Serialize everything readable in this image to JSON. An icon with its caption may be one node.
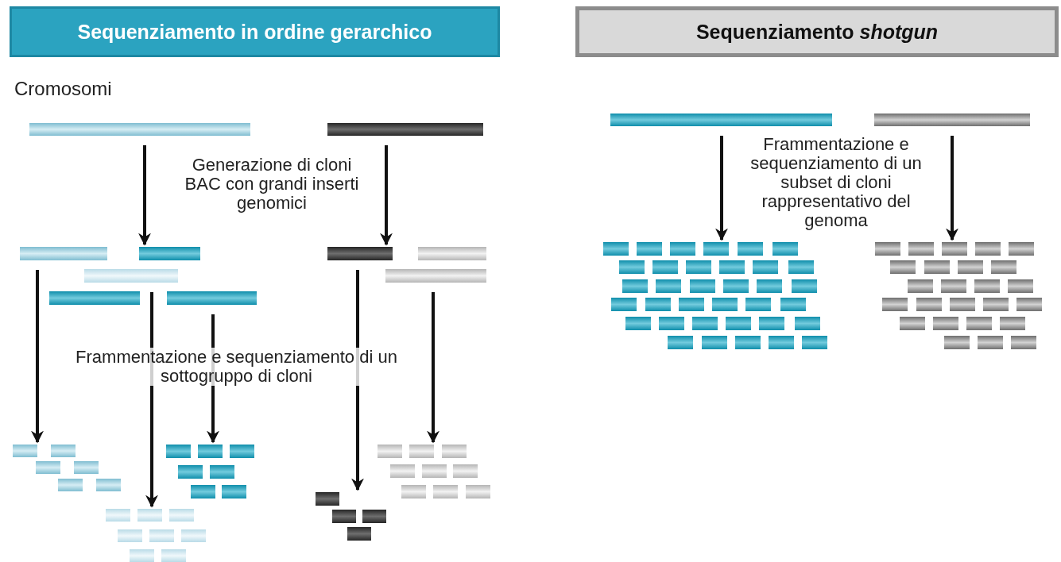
{
  "diagram": {
    "nodes": [
      {
        "text": [
          "Sequenziamento in ordine gerarchico"
        ]
      },
      {
        "text": [
          "Sequenziamento *shotgun*"
        ]
      },
      {
        "text": [],
        "shape": "bar"
      },
      {
        "text": [],
        "shape": "bar"
      },
      {
        "text": [],
        "shape": "bar"
      },
      {
        "text": [],
        "shape": "bar"
      },
      {
        "text": [],
        "shape": "bar"
      },
      {
        "text": [],
        "shape": "bar"
      },
      {
        "text": [],
        "shape": "bar"
      },
      {
        "text": [],
        "shape": "bar"
      },
      {
        "text": [],
        "shape": "bar"
      },
      {
        "text": [],
        "shape": "bar"
      },
      {
        "text": [],
        "shape": "bar"
      },
      {
        "text": [],
        "shape": "bar"
      },
      {
        "text": [],
        "shape": "bar"
      },
      {
        "text": [],
        "shape": "bar"
      },
      {
        "text": [],
        "shape": "bar"
      },
      {
        "text": [],
        "shape": "bar"
      },
      {
        "text": [],
        "shape": "bar"
      },
      {
        "text": [],
        "shape": "bar"
      },
      {
        "text": [],
        "shape": "bar"
      }
    ],
    "edges": [
      {
        "from": 2,
        "to": 5,
        "arrow": "to"
      },
      {
        "from": 3,
        "to": 9,
        "arrow": "to"
      },
      {
        "from": 4,
        "to": 12,
        "arrow": "to"
      },
      {
        "from": 6,
        "to": 13,
        "arrow": "to"
      },
      {
        "from": 8,
        "to": 14,
        "arrow": "to"
      },
      {
        "from": 9,
        "to": 15,
        "arrow": "to"
      },
      {
        "from": 11,
        "to": 16,
        "arrow": "to"
      },
      {
        "from": 17,
        "to": 19,
        "arrow": "to"
      },
      {
        "from": 18,
        "to": 20,
        "arrow": "to"
      }
    ],
    "labels": [
      "Cromosomi",
      "Generazione di cloni BAC con grandi inserti genomici",
      "Frammentazione e sequenziamento di un sottogruppo di cloni",
      "Frammentazione e sequenziamento di un subset di cloni rappresentativo del genoma"
    ]
  }
}
